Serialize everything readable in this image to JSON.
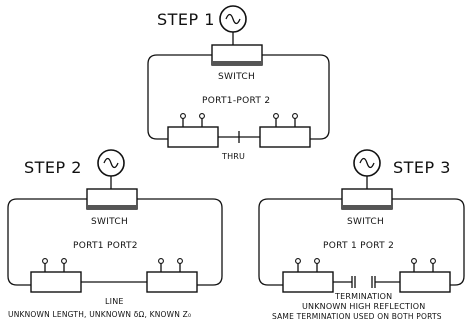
{
  "step1": {
    "title": "STEP 1",
    "switch_label": "SWITCH",
    "port_label": "PORT1-PORT 2",
    "connection_label": "THRU"
  },
  "step2": {
    "title": "STEP 2",
    "switch_label": "SWITCH",
    "port_label": "PORT1 PORT2",
    "connection_label": "LINE",
    "caption": "UNKNOWN LENGTH, UNKNOWN δΩ, KNOWN Z₀"
  },
  "step3": {
    "title": "STEP 3",
    "switch_label": "SWITCH",
    "port_label": "PORT 1 PORT 2",
    "connection_label": "TERMINATION",
    "caption_line1": "UNKNOWN HIGH REFLECTION",
    "caption_line2": "SAME TERMINATION USED ON BOTH PORTS"
  },
  "icons": [
    "signal-source-icon"
  ]
}
